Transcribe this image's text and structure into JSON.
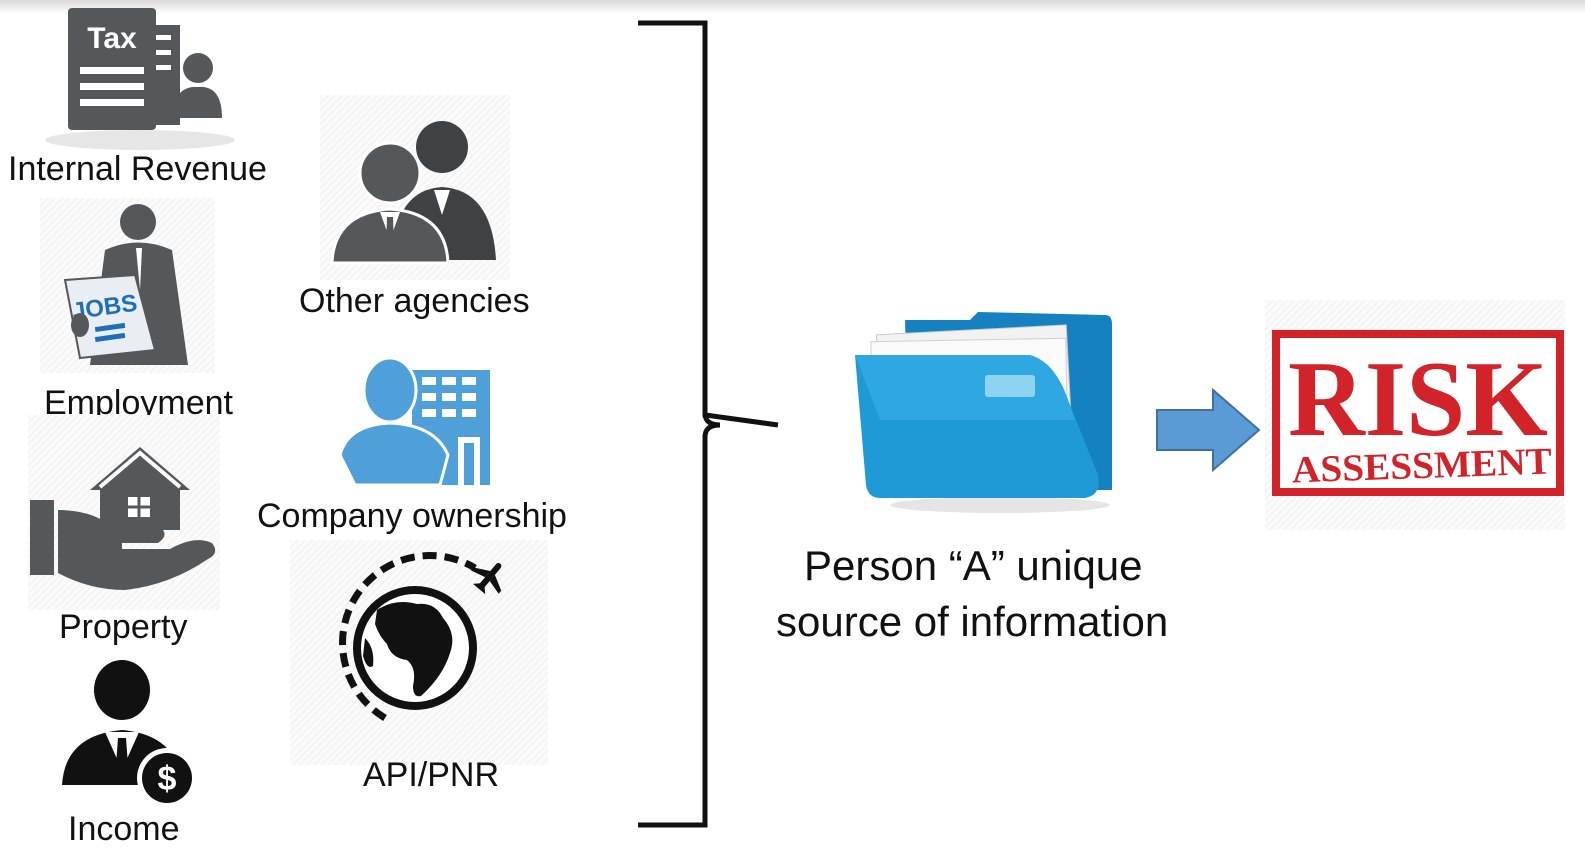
{
  "sources": [
    {
      "id": "internal-revenue",
      "label": "Internal Revenue",
      "icon": "tax-document-icon",
      "icon_text": "Tax"
    },
    {
      "id": "employment",
      "label": "Employment",
      "icon": "jobs-newspaper-person-icon",
      "icon_text": "JOBS"
    },
    {
      "id": "property",
      "label": "Property",
      "icon": "hand-house-icon"
    },
    {
      "id": "income",
      "label": "Income",
      "icon": "businessman-dollar-icon",
      "icon_text": "$"
    },
    {
      "id": "other-agencies",
      "label": "Other agencies",
      "icon": "two-businessmen-icon"
    },
    {
      "id": "company-ownership",
      "label": "Company ownership",
      "icon": "person-building-icon"
    },
    {
      "id": "api-pnr",
      "label": "API/PNR",
      "icon": "globe-airplane-icon"
    }
  ],
  "center": {
    "icon": "blue-folder-icon",
    "line1": "Person “A”  unique",
    "line2": "source of information"
  },
  "result": {
    "icon": "risk-assessment-stamp-icon",
    "title": "RISK",
    "subtitle": "ASSESSMENT"
  },
  "colors": {
    "icon_gray": "#55585b",
    "icon_blue": "#4f9fd8",
    "folder_blue": "#1f9ad6",
    "arrow_blue": "#5b9bd5",
    "stamp_red": "#d2232a"
  }
}
